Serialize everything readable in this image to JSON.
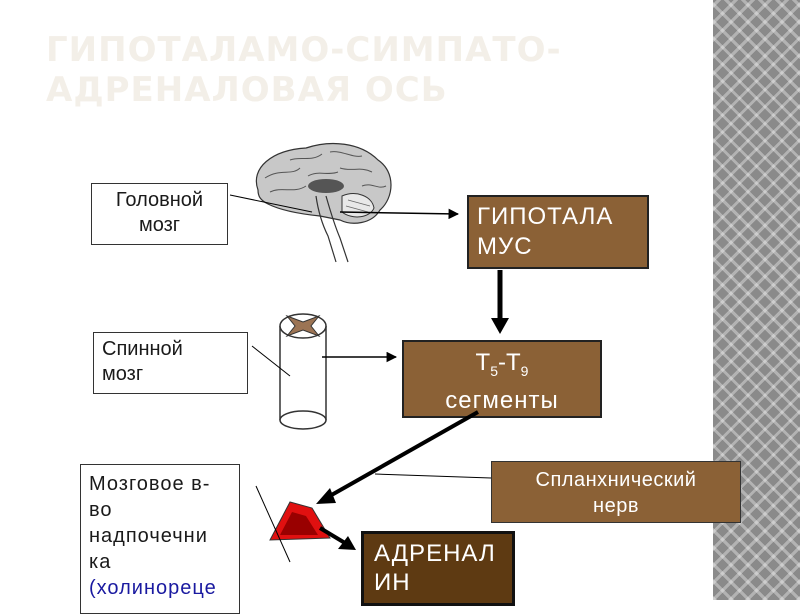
{
  "title": "ГИПОТАЛАМО-СИМПАТО-АДРЕНАЛОВАЯ ОСЬ",
  "labels": {
    "brain": [
      "Головной",
      "мозг"
    ],
    "spinal": [
      "Спинной",
      "мозг"
    ],
    "adrenal": [
      "Мозговое в-",
      "во",
      "надпочечни",
      "ка"
    ],
    "adrenal_paren": "(холинореце"
  },
  "boxes": {
    "hypothalamus": [
      "ГИПОТАЛА",
      "МУС"
    ],
    "segments_line1": {
      "base": "Т",
      "sub1": "5",
      "dash": "-Т",
      "sub2": "9"
    },
    "segments_line2": "сегменты",
    "splanchnic": [
      "Спланхнический",
      "нерв"
    ],
    "adrenaline": [
      "АДРЕНАЛ",
      "ИН"
    ]
  },
  "colors": {
    "box_brown": "#8b6136",
    "adrenaline_box": "#5e3a12",
    "gland_red": "#e01010",
    "paren_blue": "#1a1aa0"
  }
}
